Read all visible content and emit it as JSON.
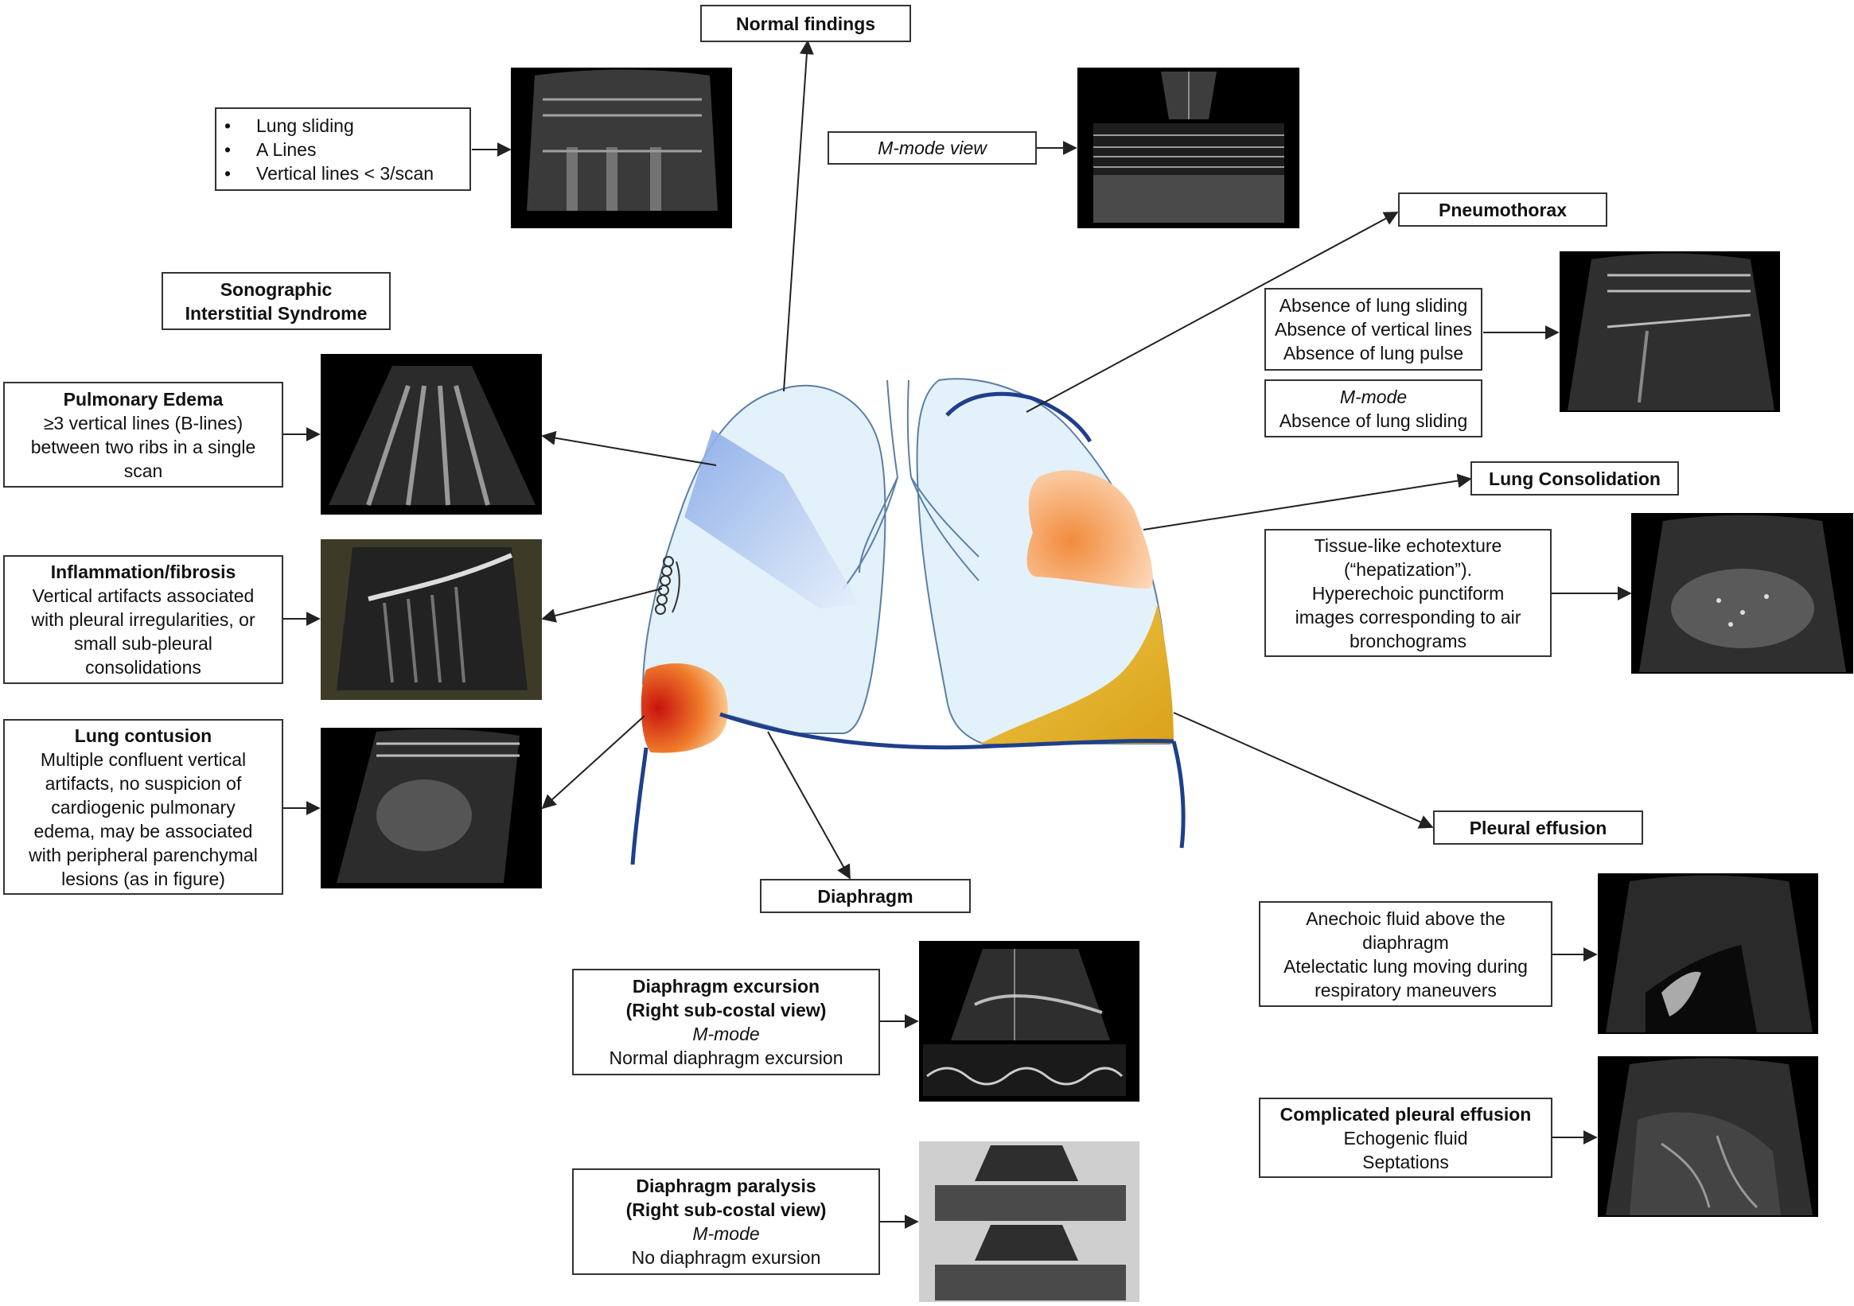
{
  "normal": {
    "title": "Normal findings",
    "items": [
      "Lung sliding",
      "A Lines",
      "Vertical lines < 3/scan"
    ],
    "mmode": "M-mode view"
  },
  "interstitial": {
    "title_line1": "Sonographic",
    "title_line2": "Interstitial Syndrome"
  },
  "edema": {
    "title": "Pulmonary Edema",
    "lines": [
      "≥3 vertical lines (B-lines)",
      "between two ribs in a single",
      "scan"
    ]
  },
  "inflammation": {
    "title": "Inflammation/fibrosis",
    "lines": [
      "Vertical artifacts associated",
      "with pleural irregularities, or",
      "small sub-pleural",
      "consolidations"
    ]
  },
  "contusion": {
    "title": "Lung contusion",
    "lines": [
      "Multiple confluent vertical",
      "artifacts, no suspicion of",
      "cardiogenic pulmonary",
      "edema, may be associated",
      "with peripheral parenchymal",
      "lesions (as in figure)"
    ]
  },
  "pneumothorax": {
    "title": "Pneumothorax",
    "lines": [
      "Absence of lung sliding",
      "Absence of vertical lines",
      "Absence of lung pulse"
    ],
    "mmode": "M-mode",
    "mmode_line": "Absence of lung sliding"
  },
  "consolidation": {
    "title": "Lung Consolidation",
    "lines": [
      "Tissue-like echotexture",
      "(“hepatization”).",
      "Hyperechoic punctiform",
      "images corresponding to air",
      "bronchograms"
    ]
  },
  "effusion": {
    "title": "Pleural effusion",
    "lines": [
      "Anechoic fluid above the",
      "diaphragm",
      "Atelectatic lung moving during",
      "respiratory maneuvers"
    ],
    "complicated_title": "Complicated pleural effusion",
    "complicated_lines": [
      "Echogenic fluid",
      "Septations"
    ]
  },
  "diaphragm": {
    "title": "Diaphragm",
    "excursion_title1": "Diaphragm excursion",
    "excursion_title2": "(Right sub-costal view)",
    "excursion_mmode": "M-mode",
    "excursion_line": "Normal diaphragm excursion",
    "paralysis_title1": "Diaphragm paralysis",
    "paralysis_title2": "(Right sub-costal view)",
    "paralysis_mmode": "M-mode",
    "paralysis_line": "No diaphragm exursion"
  },
  "colors": {
    "lung_fill": "#e3f1fb",
    "lung_stroke": "#5b7fa6",
    "border_blue": "#1f3f8a",
    "interstitial_zone": "#8fb0e6",
    "consolidation_zone": "#f5a05a",
    "contusion_zone": "#d9321c",
    "effusion_zone": "#e4b628"
  }
}
